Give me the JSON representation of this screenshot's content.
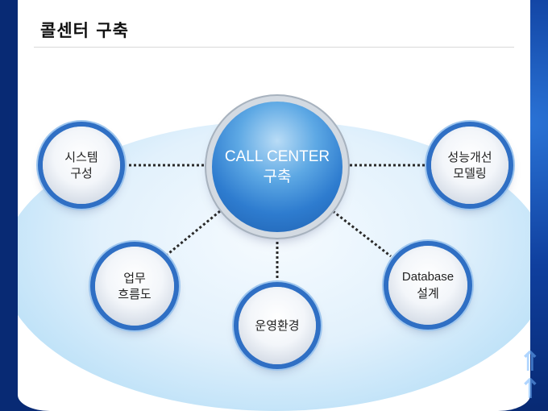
{
  "title": "콜센터 구축",
  "center": {
    "line1": "CALL CENTER",
    "line2": "구축"
  },
  "nodes": {
    "system": {
      "line1": "시스템",
      "line2": "구성"
    },
    "perf": {
      "line1": "성능개선",
      "line2": "모델링"
    },
    "workflow": {
      "line1": "업무",
      "line2": "흐름도"
    },
    "operation": {
      "line1": "운영환경"
    },
    "database": {
      "line1": "Database",
      "line2": "설계"
    }
  },
  "colors": {
    "ring": "#2f6fc4",
    "center": "#2e7ccf",
    "background": "#0b2f88"
  }
}
